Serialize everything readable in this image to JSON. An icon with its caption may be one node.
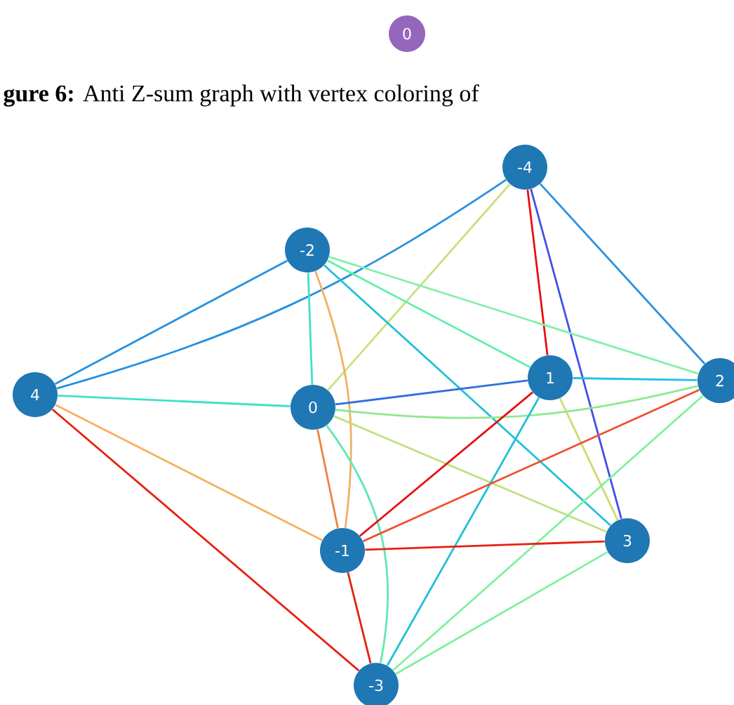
{
  "diagram": {
    "caption": "**gure 6:** Anti Z-sum graph with vertex coloring of",
    "nodes": [
      {
        "text": [
          "0"
        ]
      },
      {
        "text": [
          "-4"
        ]
      },
      {
        "text": [
          "-2"
        ]
      },
      {
        "text": [
          "4"
        ]
      },
      {
        "text": [
          "0"
        ]
      },
      {
        "text": [
          "1"
        ]
      },
      {
        "text": [
          "2"
        ]
      },
      {
        "text": [
          "-1"
        ]
      },
      {
        "text": [
          "3"
        ]
      },
      {
        "text": [
          "-3"
        ]
      }
    ],
    "edges": [
      {
        "from": 3,
        "to": 2,
        "arrow": "none",
        "color": "#2690e0"
      },
      {
        "from": 3,
        "to": 1,
        "arrow": "none",
        "color": "#2690e0"
      },
      {
        "from": 3,
        "to": 4,
        "arrow": "none",
        "color": "#40e0c8"
      },
      {
        "from": 3,
        "to": 7,
        "arrow": "none",
        "color": "#f8b060"
      },
      {
        "from": 3,
        "to": 9,
        "arrow": "none",
        "color": "#e82010"
      },
      {
        "from": 1,
        "to": 4,
        "arrow": "none",
        "color": "#c8e080"
      },
      {
        "from": 1,
        "to": 5,
        "arrow": "none",
        "color": "#e81010"
      },
      {
        "from": 1,
        "to": 8,
        "arrow": "none",
        "color": "#4050e8"
      },
      {
        "from": 1,
        "to": 6,
        "arrow": "none",
        "color": "#2690e0"
      },
      {
        "from": 2,
        "to": 4,
        "arrow": "none",
        "color": "#40e0c8"
      },
      {
        "from": 2,
        "to": 7,
        "arrow": "none",
        "color": "#f0b060"
      },
      {
        "from": 2,
        "to": 5,
        "arrow": "none",
        "color": "#60f0a8"
      },
      {
        "from": 2,
        "to": 6,
        "arrow": "none",
        "color": "#80f0a8"
      },
      {
        "from": 2,
        "to": 8,
        "arrow": "none",
        "color": "#20c0d8"
      },
      {
        "from": 4,
        "to": 5,
        "arrow": "none",
        "color": "#3070e0"
      },
      {
        "from": 4,
        "to": 6,
        "arrow": "none",
        "color": "#90e890"
      },
      {
        "from": 4,
        "to": 7,
        "arrow": "none",
        "color": "#f08040"
      },
      {
        "from": 4,
        "to": 9,
        "arrow": "none",
        "color": "#60e8b0"
      },
      {
        "from": 4,
        "to": 8,
        "arrow": "none",
        "color": "#c0e080"
      },
      {
        "from": 5,
        "to": 6,
        "arrow": "none",
        "color": "#20c0e8"
      },
      {
        "from": 5,
        "to": 7,
        "arrow": "none",
        "color": "#e81010"
      },
      {
        "from": 5,
        "to": 9,
        "arrow": "none",
        "color": "#20c0d8"
      },
      {
        "from": 5,
        "to": 8,
        "arrow": "none",
        "color": "#d0d870"
      },
      {
        "from": 6,
        "to": 7,
        "arrow": "none",
        "color": "#f05030"
      },
      {
        "from": 6,
        "to": 9,
        "arrow": "none",
        "color": "#80f0a0"
      },
      {
        "from": 7,
        "to": 8,
        "arrow": "none",
        "color": "#e82010"
      },
      {
        "from": 7,
        "to": 9,
        "arrow": "none",
        "color": "#e02010"
      },
      {
        "from": 8,
        "to": 9,
        "arrow": "none",
        "color": "#80f0a0"
      }
    ]
  }
}
